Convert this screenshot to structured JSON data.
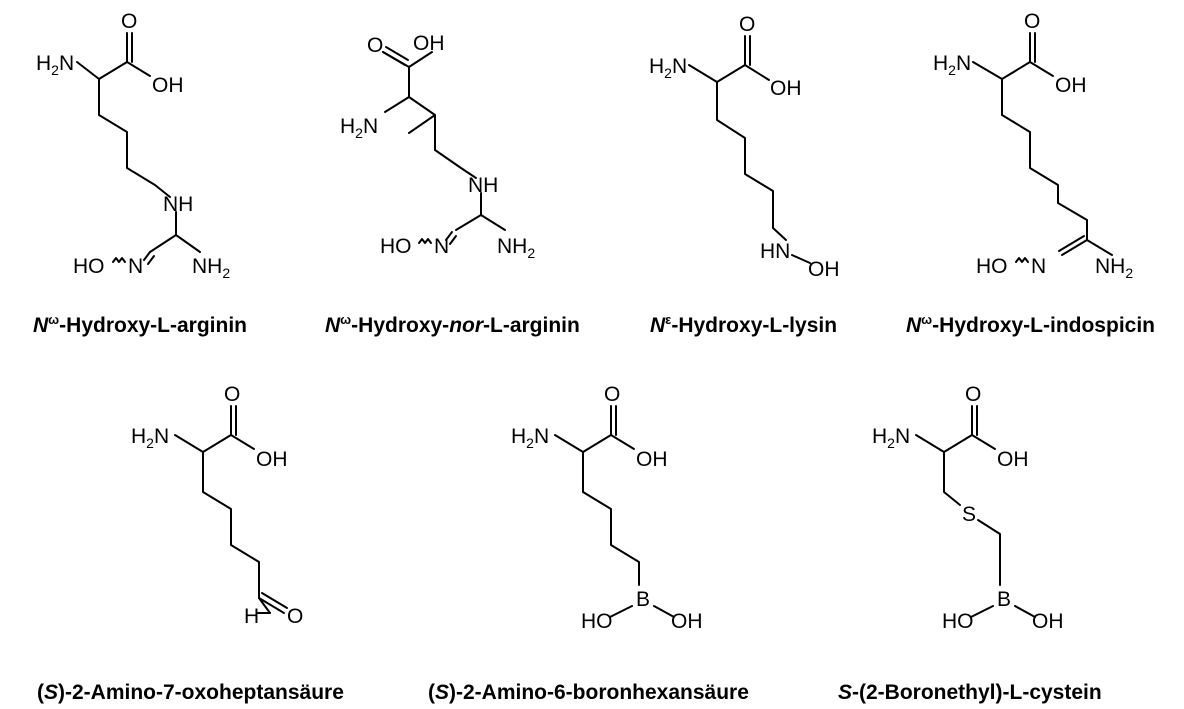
{
  "molecules": [
    {
      "caption_prefix": "N",
      "caption_sup": "ω",
      "caption_rest": "-Hydroxy-L-arginin",
      "atoms": {
        "h2n": "H",
        "n_sub": "2",
        "n_label": "N",
        "o": "O",
        "oh": "OH",
        "nh": "NH",
        "ho": "HO",
        "n_eq": "N",
        "nh2": "NH",
        "nh2_sub": "2"
      }
    },
    {
      "caption_prefix": "N",
      "caption_sup": "ω",
      "caption_mid": "-Hydroxy-",
      "caption_italic": "nor",
      "caption_rest": "-L-arginin",
      "atoms": {
        "h2n": "H",
        "n_sub": "2",
        "n_label": "N",
        "o": "O",
        "oh": "OH",
        "nh": "NH",
        "ho": "HO",
        "n_eq": "N",
        "nh2": "NH",
        "nh2_sub": "2"
      }
    },
    {
      "caption_prefix": "N",
      "caption_sup": "ε",
      "caption_rest": "-Hydroxy-L-lysin",
      "atoms": {
        "h2n": "H",
        "n_sub": "2",
        "n_label": "N",
        "o": "O",
        "oh": "OH",
        "hn": "HN",
        "oh2": "OH"
      }
    },
    {
      "caption_prefix": "N",
      "caption_sup": "ω",
      "caption_rest": "-Hydroxy-L-indospicin",
      "atoms": {
        "h2n": "H",
        "n_sub": "2",
        "n_label": "N",
        "o": "O",
        "oh": "OH",
        "ho": "HO",
        "n_eq": "N",
        "nh2": "NH",
        "nh2_sub": "2"
      }
    },
    {
      "caption_open": "(",
      "caption_italic": "S",
      "caption_rest": ")-2-Amino-7-oxoheptansäure",
      "atoms": {
        "h2n": "H",
        "n_sub": "2",
        "n_label": "N",
        "o": "O",
        "oh": "OH",
        "h": "H",
        "o2": "O"
      }
    },
    {
      "caption_open": "(",
      "caption_italic": "S",
      "caption_rest": ")-2-Amino-6-boronhexansäure",
      "atoms": {
        "h2n": "H",
        "n_sub": "2",
        "n_label": "N",
        "o": "O",
        "oh": "OH",
        "b": "B",
        "ho": "HO",
        "oh2": "OH"
      }
    },
    {
      "caption_italic": "S",
      "caption_rest": "-(2-Boronethyl)-L-cystein",
      "atoms": {
        "h2n": "H",
        "n_sub": "2",
        "n_label": "N",
        "o": "O",
        "oh": "OH",
        "s": "S",
        "b": "B",
        "ho": "HO",
        "oh2": "OH"
      }
    }
  ]
}
